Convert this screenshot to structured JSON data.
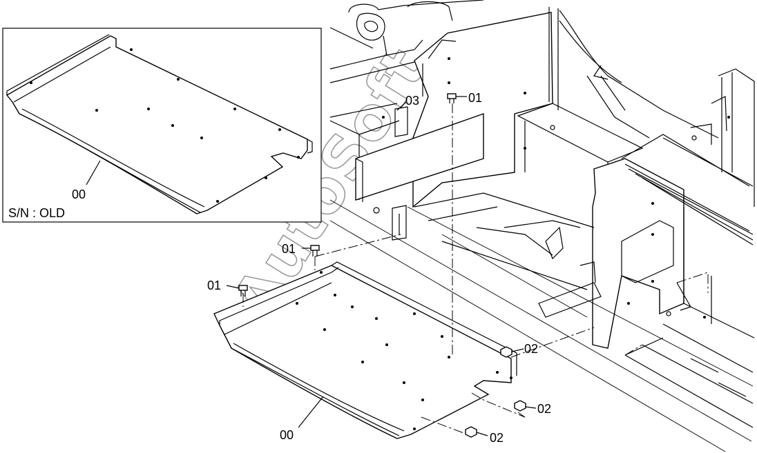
{
  "inset": {
    "serial_label": "S/N : OLD",
    "part_label": "00"
  },
  "callouts": {
    "c01_top": "01",
    "c03": "03",
    "c01_left_a": "01",
    "c01_left_b": "01",
    "c02_right": "02",
    "c02_mid": "02",
    "c02_bottom": "02",
    "c00_main": "00"
  },
  "watermark": "AutoSoft"
}
